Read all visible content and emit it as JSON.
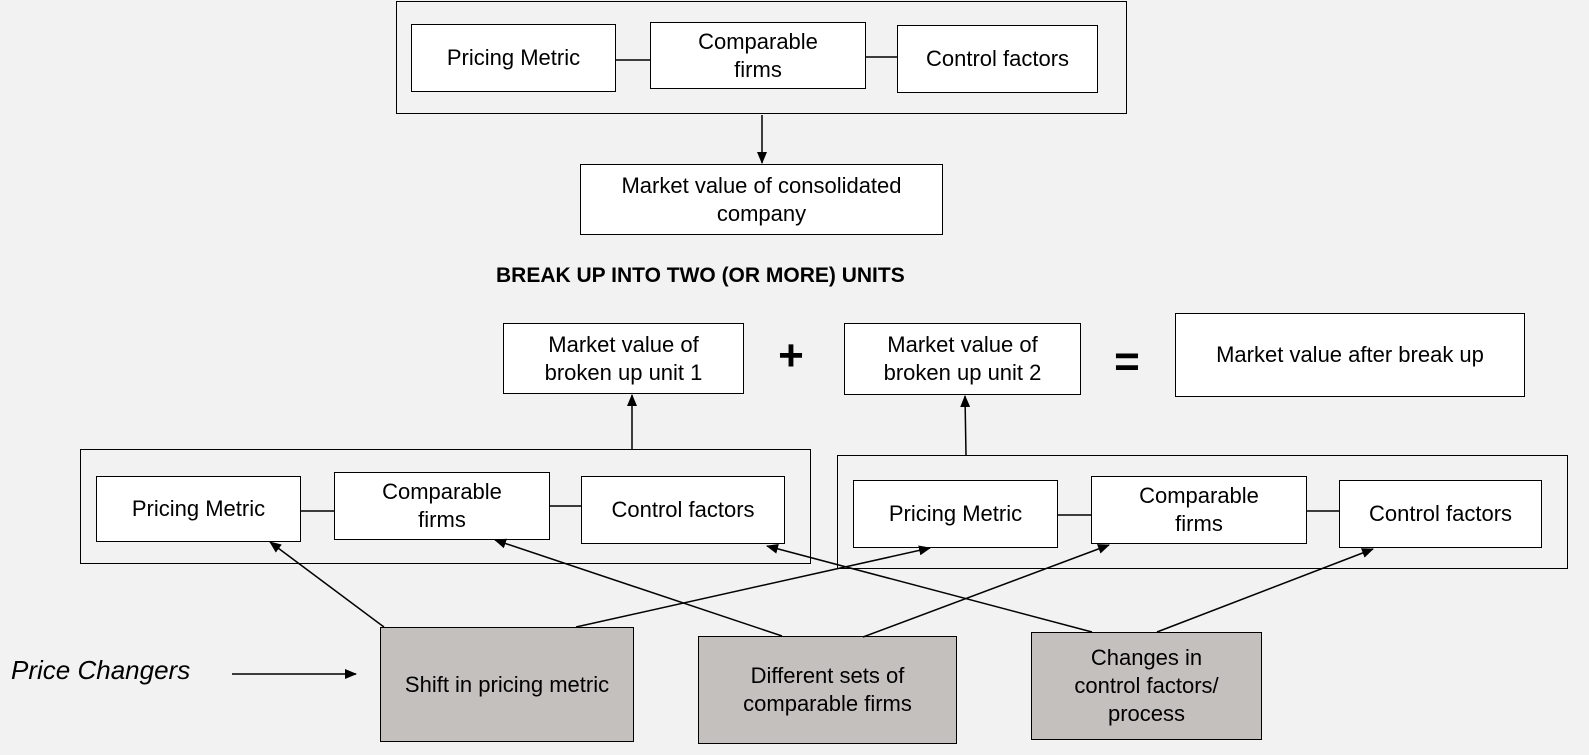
{
  "top": {
    "pricing_metric": "Pricing Metric",
    "comparable_firms": "Comparable\nfirms",
    "control_factors": "Control factors"
  },
  "consolidated": "Market value of consolidated\ncompany",
  "break_up_heading": "BREAK UP INTO TWO (OR MORE) UNITS",
  "unit1_value": "Market value of\nbroken up unit 1",
  "plus": "+",
  "unit2_value": "Market value of\nbroken up unit 2",
  "equals": "=",
  "after_break_up": "Market value after break up",
  "left_group": {
    "pricing_metric": "Pricing Metric",
    "comparable_firms": "Comparable\nfirms",
    "control_factors": "Control factors"
  },
  "right_group": {
    "pricing_metric": "Pricing Metric",
    "comparable_firms": "Comparable\nfirms",
    "control_factors": "Control factors"
  },
  "price_changers": {
    "label": "Price Changers",
    "shift": "Shift in pricing metric",
    "different_sets": "Different sets of\ncomparable firms",
    "changes_control": "Changes in\ncontrol factors/\nprocess"
  }
}
